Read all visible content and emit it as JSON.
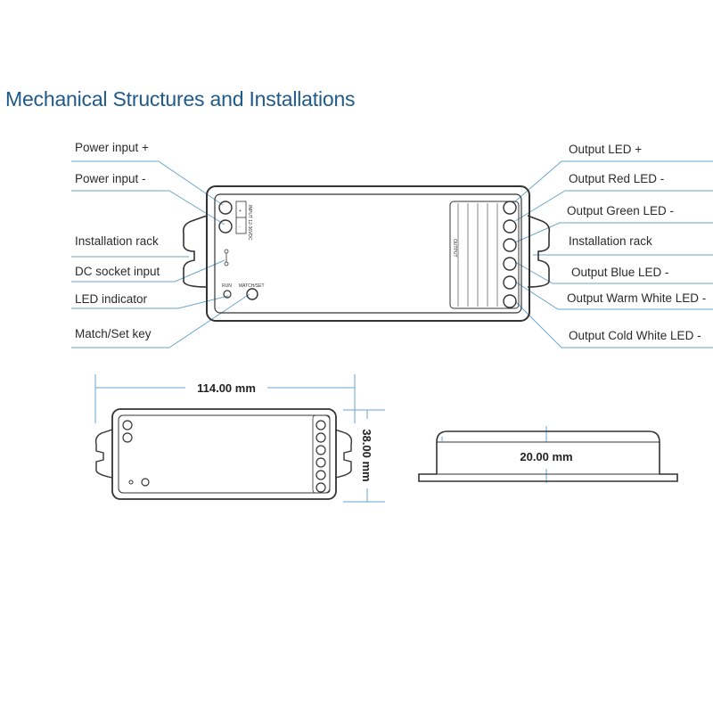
{
  "title": "Mechanical Structures and Installations",
  "left_labels": [
    "Power input +",
    "Power input -",
    "Installation rack",
    "DC socket input",
    "LED indicator",
    "Match/Set key"
  ],
  "right_labels": [
    "Output LED +",
    "Output Red LED -",
    "Output Green LED -",
    "Installation rack",
    "Output Blue LED -",
    "Output Warm White LED -",
    "Output Cold White LED -"
  ],
  "device_text": {
    "input_label": "INPUT 12-36VDC",
    "plus": "+",
    "minus": "-",
    "run": "RUN",
    "match_set": "MATCH/SET",
    "output_label": "OUTPUT"
  },
  "dimensions": {
    "length": "114.00 mm",
    "width": "38.00 mm",
    "height": "20.00 mm"
  },
  "colors": {
    "title": "#1f5a8a",
    "callout_line": "#6aa6cc",
    "outline": "#333333"
  }
}
